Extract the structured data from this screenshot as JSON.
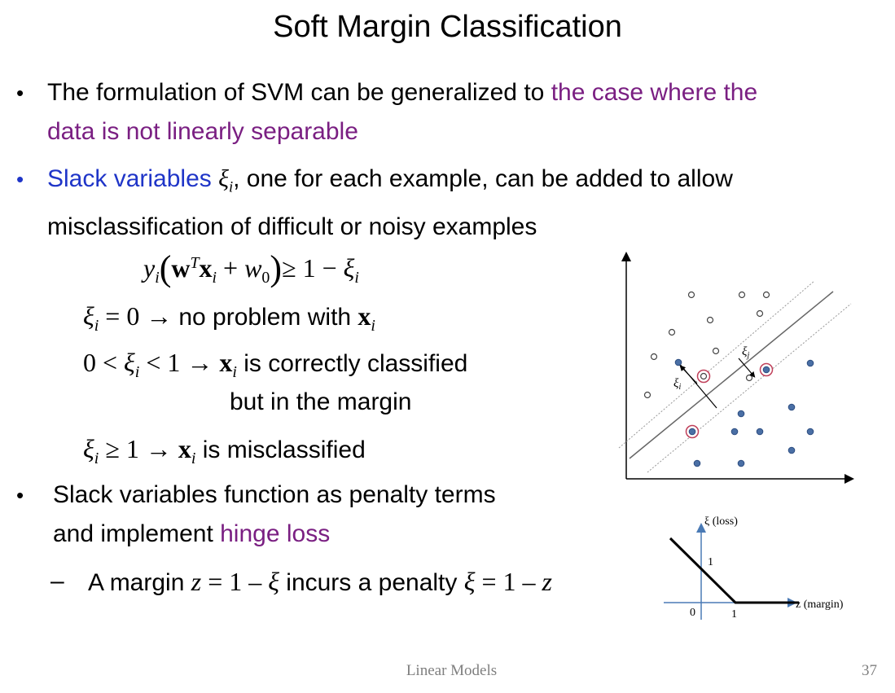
{
  "slide": {
    "title": "Soft Margin Classification",
    "footer": "Linear Models",
    "page_number": "37"
  },
  "bullets": {
    "b1": {
      "marker": "•",
      "text": "The formulation of SVM can be generalized to ",
      "highlight_line1": "the case where the",
      "highlight_line2": "data is not linearly separable"
    },
    "b2": {
      "marker": "•",
      "slack_label": "Slack variables ",
      "xi": "ξ",
      "i": "i",
      "rest": ", one for each example, can be added to allow",
      "line2": "misclassification of difficult or noisy examples"
    },
    "constraint": {
      "y": "y",
      "i": "i",
      "lparen": "(",
      "w": "w",
      "T": "T",
      "x": "x",
      "plus": " + ",
      "w0": "w",
      "zero": "0",
      "rparen": ")",
      "rhs": "≥ 1 − ",
      "xi": "ξ"
    },
    "case1": {
      "lhs": " = 0 → ",
      "text": "no problem with ",
      "x": "x",
      "i": "i"
    },
    "case2": {
      "lhs": "0 < ",
      "mid": " < 1 → ",
      "x": "x",
      "i": "i",
      "text": " is correctly classified",
      "line2": "but in the margin"
    },
    "case3": {
      "lhs": " ≥ 1 → ",
      "x": "x",
      "i": "i",
      "text": " is misclassified"
    },
    "b3": {
      "marker": "•",
      "line1": "Slack variables function as penalty terms",
      "line2_start": "and implement ",
      "hinge": "hinge loss"
    },
    "b4": {
      "marker": "–",
      "text1": "A margin ",
      "z": "z",
      "eq1": " = 1 – ",
      "xi": "ξ",
      "text2": " incurs a penalty ",
      "xi2": "ξ",
      "eq2": " = 1 – ",
      "z2": "z"
    }
  },
  "svm_diagram": {
    "xi_label_1": "ξ",
    "xi_label_1_sub": "i",
    "xi_label_2": "ξ",
    "xi_label_2_sub": "j",
    "point_colors": {
      "positive": "#4a6fa5",
      "negative": "#ffffff",
      "highlight": "#c0405a"
    }
  },
  "hinge_plot": {
    "y_label": "ξ (loss)",
    "x_label": "z (margin)",
    "y_tick": "1",
    "x_tick_zero": "0",
    "x_tick_one": "1",
    "axis_color": "#4a7ab5"
  }
}
